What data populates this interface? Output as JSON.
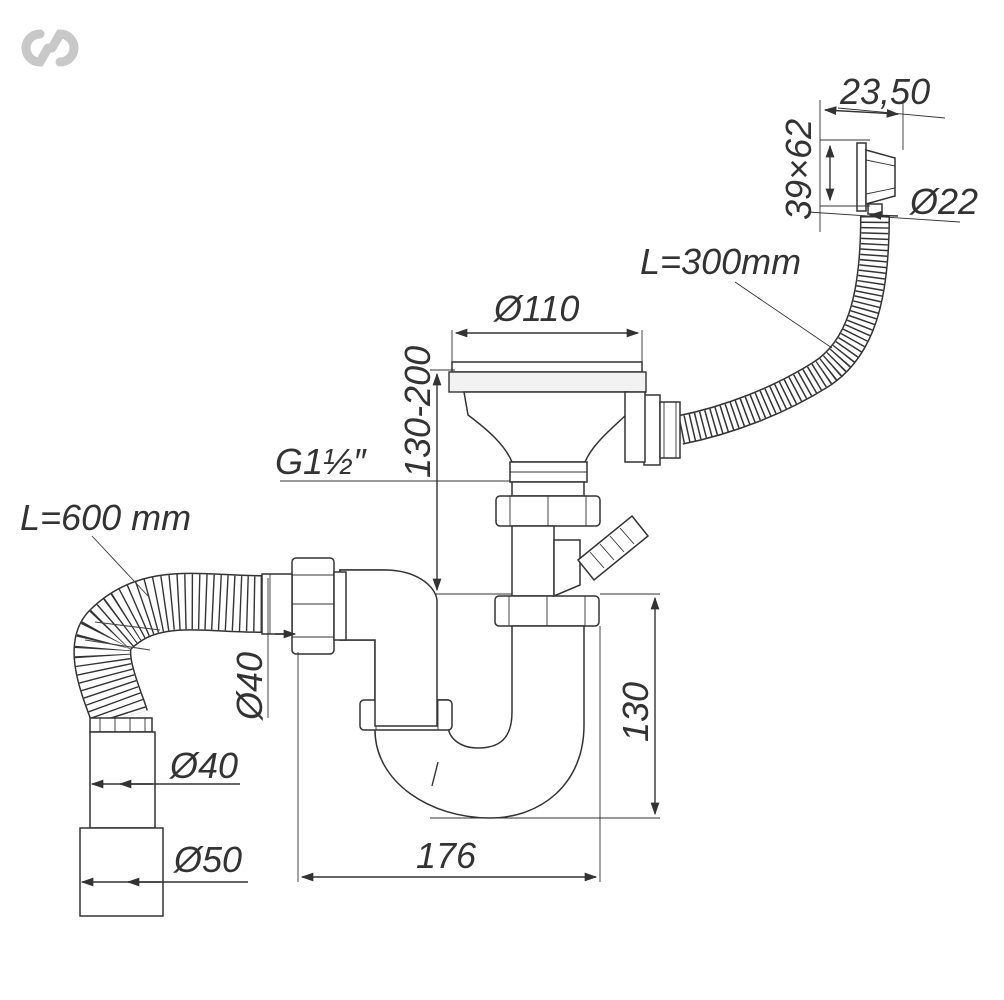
{
  "diagram": {
    "labels": {
      "overflow_size": "23,50",
      "overflow_plate": "39×62",
      "overflow_outlet": "Ø22",
      "overflow_hose": "L=300mm",
      "strainer_diameter": "Ø110",
      "height_range": "130-200",
      "thread": "G1½″",
      "flex_pipe": "L=600 mm",
      "inlet_diameter": "Ø40",
      "outlet_small": "Ø40",
      "outlet_large": "Ø50",
      "trap_height": "130",
      "trap_width": "176"
    },
    "colors": {
      "line": "#333333",
      "logo": "#c8c8c8",
      "background": "#ffffff"
    },
    "icons": [
      "link-logo-icon"
    ]
  }
}
